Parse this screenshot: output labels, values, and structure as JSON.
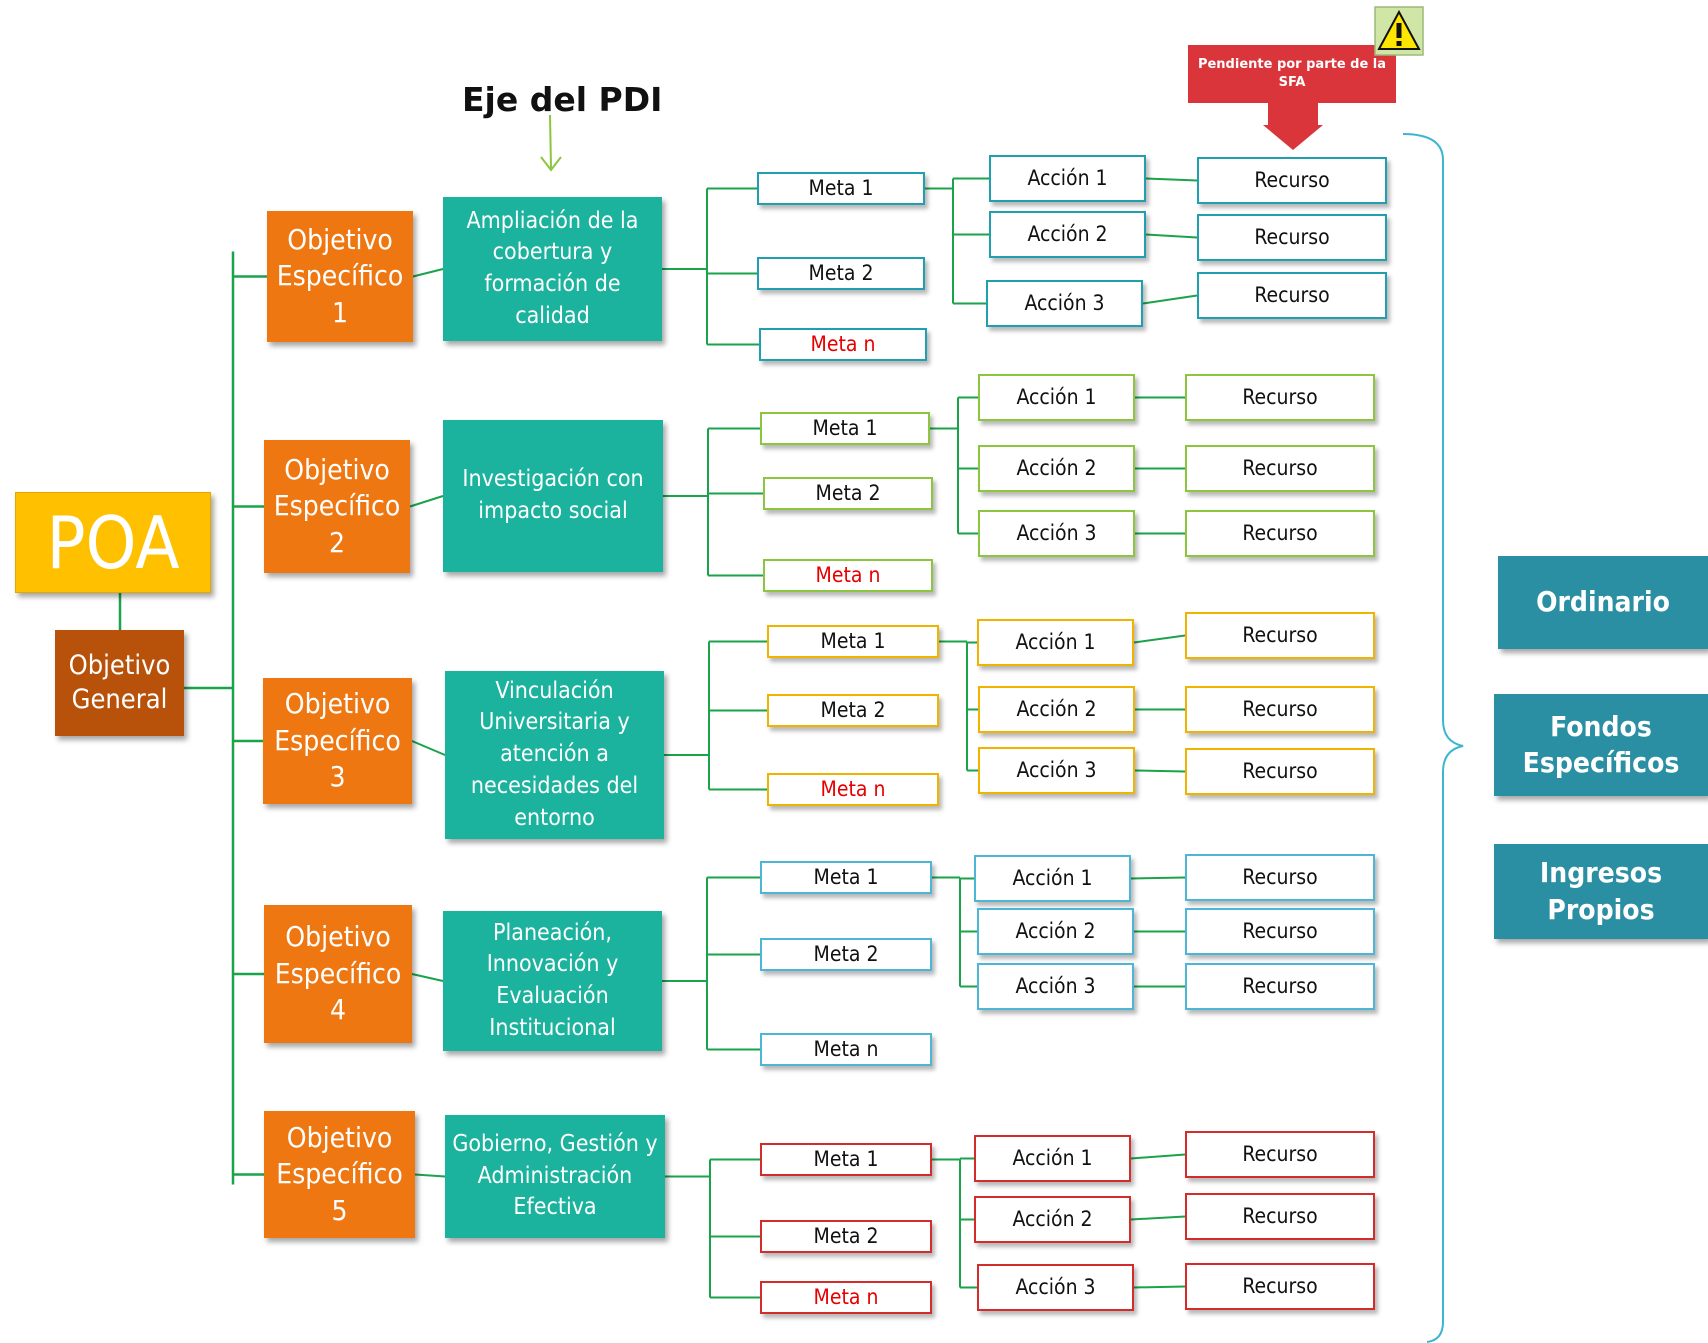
{
  "title": "Eje del PDI",
  "poa": "POA",
  "general_objective": "Objetivo General",
  "pending_note": "Pendiente por parte de la SFA",
  "objectives": [
    {
      "label": "Objetivo Específico 1",
      "axis": "Ampliación de la cobertura y formación de calidad",
      "color": "#1f9faf",
      "metas": [
        "Meta 1",
        "Meta 2",
        "Meta n"
      ],
      "acciones": [
        "Acción 1",
        "Acción 2",
        "Acción 3"
      ],
      "recursos": [
        "Recurso",
        "Recurso",
        "Recurso"
      ]
    },
    {
      "label": "Objetivo Específico 2",
      "axis": "Investigación con impacto social",
      "color": "#8cc63f",
      "metas": [
        "Meta 1",
        "Meta 2",
        "Meta n"
      ],
      "acciones": [
        "Acción 1",
        "Acción 2",
        "Acción 3"
      ],
      "recursos": [
        "Recurso",
        "Recurso",
        "Recurso"
      ]
    },
    {
      "label": "Objetivo Específico 3",
      "axis": "Vinculación Universitaria y atención a necesidades del entorno",
      "color": "#f0b400",
      "metas": [
        "Meta 1",
        "Meta 2",
        "Meta n"
      ],
      "acciones": [
        "Acción 1",
        "Acción 2",
        "Acción 3"
      ],
      "recursos": [
        "Recurso",
        "Recurso",
        "Recurso"
      ]
    },
    {
      "label": "Objetivo Específico 4",
      "axis": "Planeación, Innovación y Evaluación Institucional",
      "color": "#4bb6d6",
      "metas": [
        "Meta 1",
        "Meta 2",
        "Meta n"
      ],
      "acciones": [
        "Acción 1",
        "Acción  2",
        "Acción  3"
      ],
      "recursos": [
        "Recurso",
        "Recurso",
        "Recurso"
      ]
    },
    {
      "label": "Objetivo Específico 5",
      "axis": "Gobierno, Gestión y Administración Efectiva",
      "color": "#d42b2b",
      "metas": [
        "Meta 1",
        "Meta 2",
        "Meta n"
      ],
      "acciones": [
        "Acción 1",
        "Acción 2",
        "Acción  3"
      ],
      "recursos": [
        "Recurso",
        "Recurso",
        "Recurso"
      ]
    }
  ],
  "funds": [
    "Ordinario",
    "Fondos Específicos",
    "Ingresos Propios"
  ],
  "colors": {
    "poa": "#ffc000",
    "general": "#b8520a",
    "objective": "#ee7711",
    "axis": "#1bb39d",
    "fund": "#2a8fa3",
    "connector": "#1aa34a",
    "highlight_text": "#e60000",
    "pending": "#d9353b"
  }
}
